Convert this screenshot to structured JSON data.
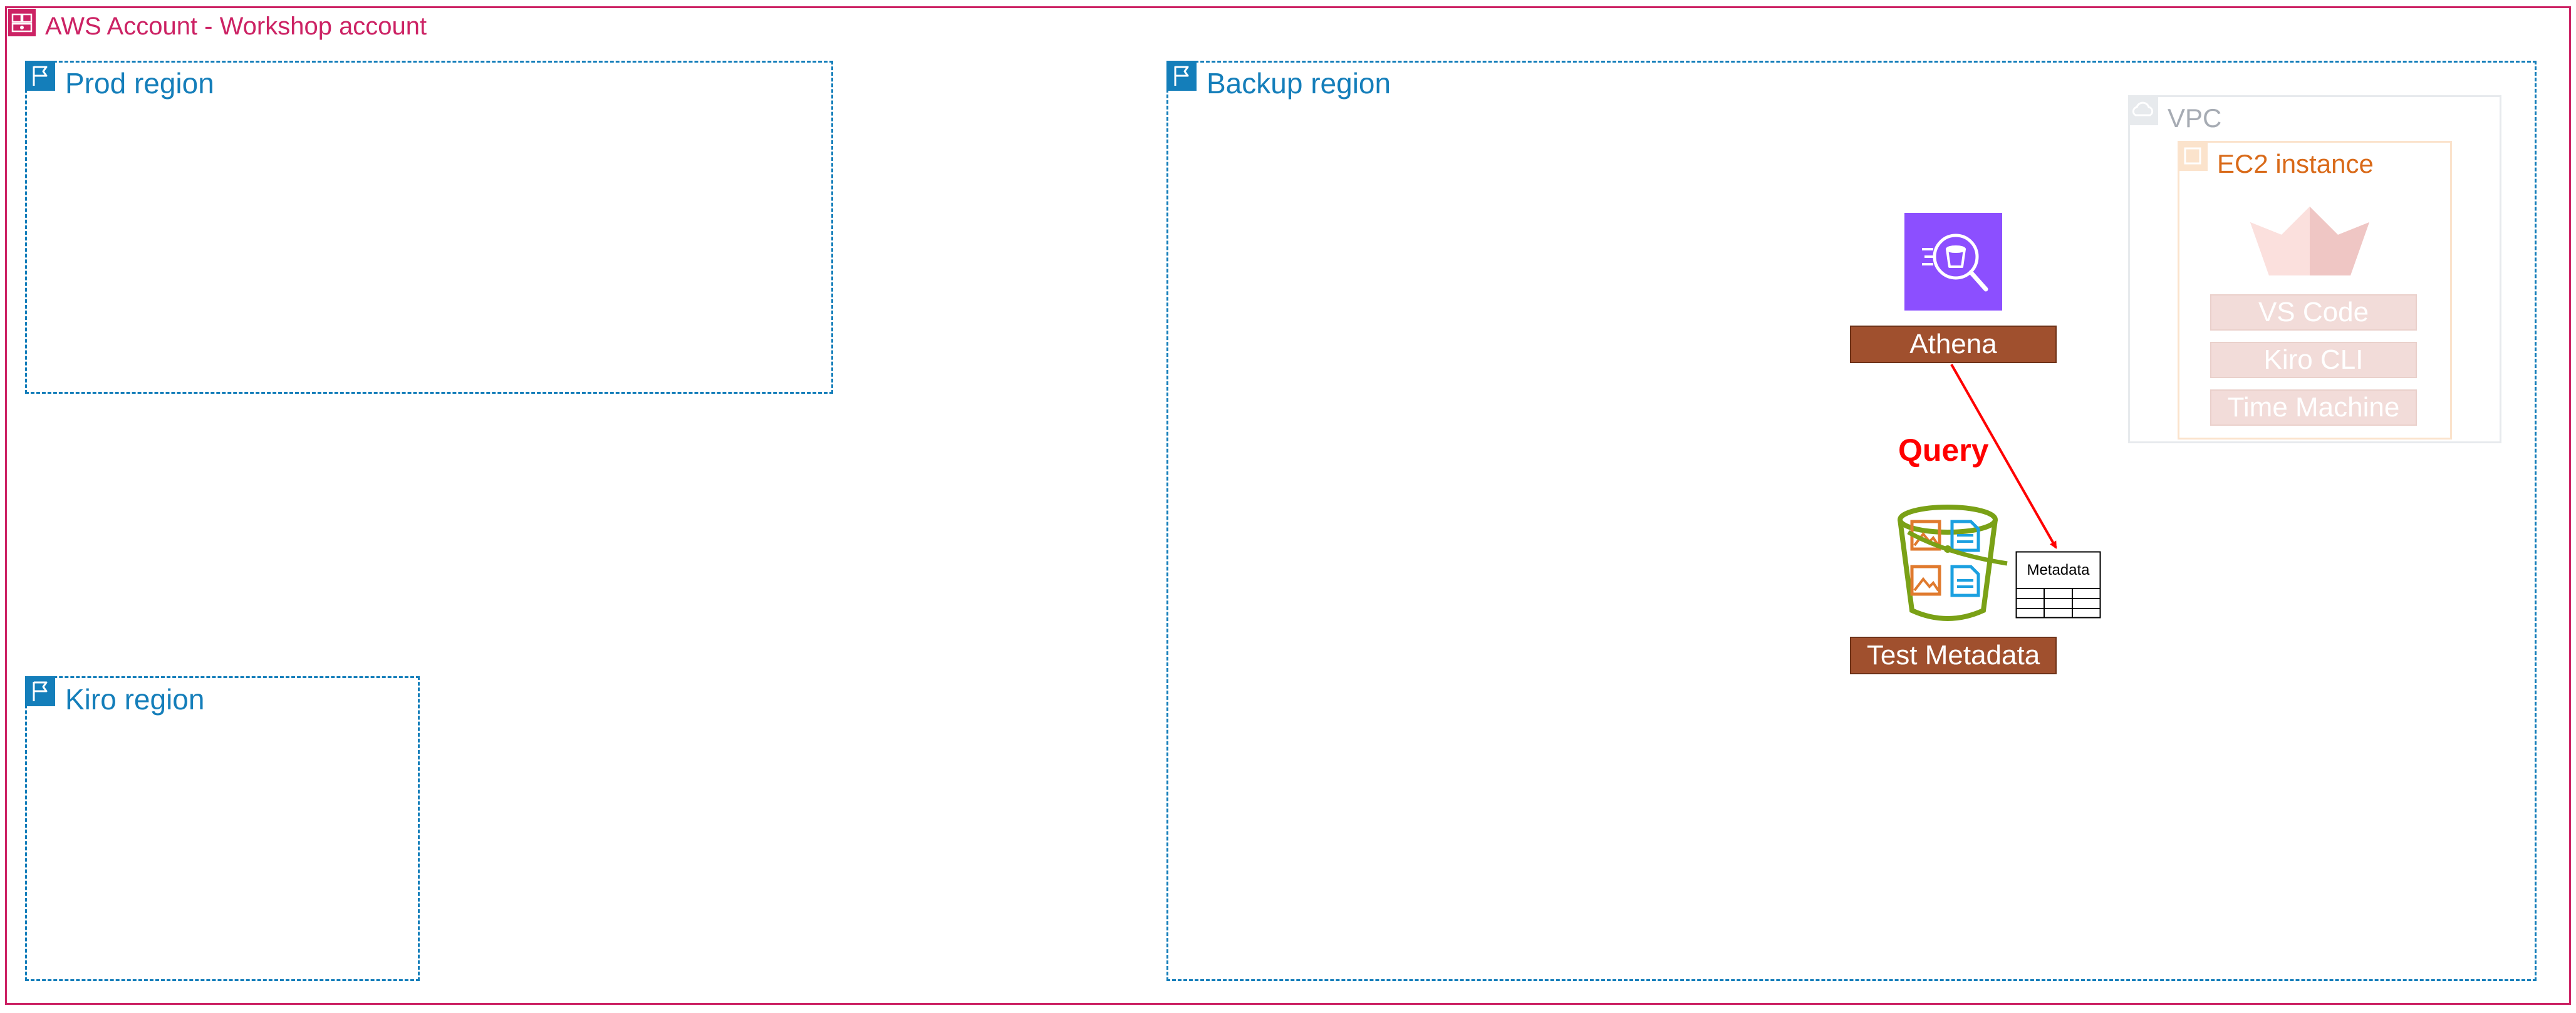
{
  "account": {
    "label": "AWS Account - Workshop account"
  },
  "regions": {
    "prod": {
      "label": "Prod region"
    },
    "kiro": {
      "label": "Kiro region"
    },
    "backup": {
      "label": "Backup region"
    }
  },
  "vpc": {
    "label": "VPC"
  },
  "ec2": {
    "label": "EC2 instance",
    "tools": [
      "VS Code",
      "Kiro CLI",
      "Time Machine"
    ]
  },
  "athena": {
    "label": "Athena"
  },
  "query": {
    "label": "Query"
  },
  "bucket": {
    "label": "Test Metadata"
  },
  "metadata_table": {
    "label": "Metadata"
  },
  "colors": {
    "account": "#cc2264",
    "region": "#147eba",
    "athena": "#8c4fff",
    "label_fill": "#a0502e",
    "query": "#ff0000",
    "bucket_green": "#7aa116",
    "bucket_blue": "#1ba0e0",
    "bucket_orange": "#e07a2e"
  }
}
